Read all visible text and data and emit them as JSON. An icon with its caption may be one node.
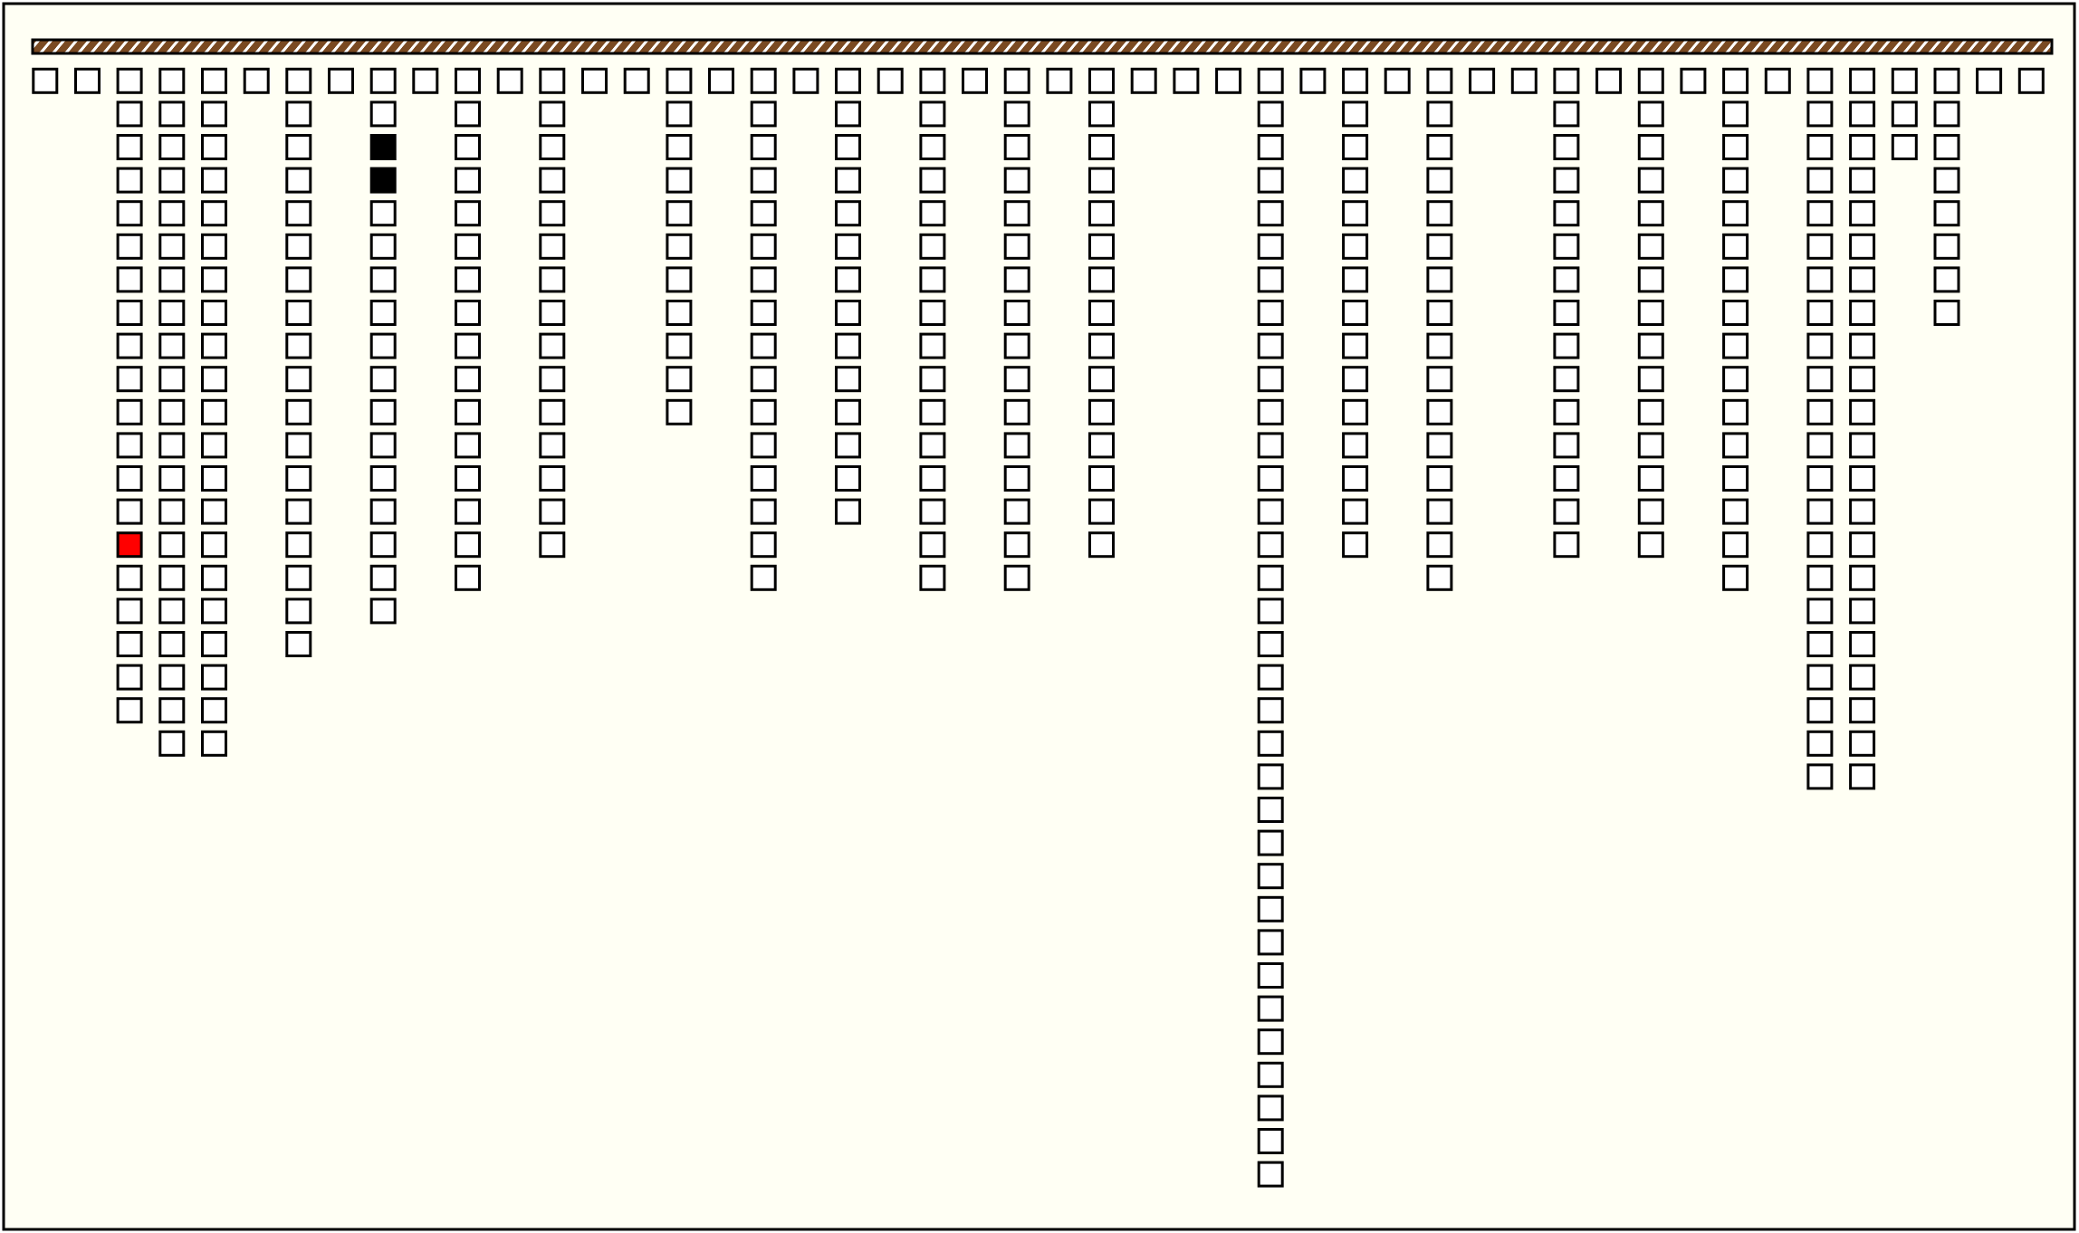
{
  "diagram": {
    "nodes": [
      {
        "text": [],
        "shape": "box"
      },
      {
        "text": [],
        "shape": "box"
      },
      {
        "text": [],
        "shape": "box"
      },
      {
        "text": [],
        "shape": "box"
      },
      {
        "text": [],
        "shape": "box"
      },
      {
        "text": [],
        "shape": "box"
      },
      {
        "text": [],
        "shape": "box"
      },
      {
        "text": [],
        "shape": "box"
      },
      {
        "text": [],
        "shape": "box"
      },
      {
        "text": [],
        "shape": "box"
      },
      {
        "text": [],
        "shape": "box"
      },
      {
        "text": [],
        "shape": "box"
      },
      {
        "text": [],
        "shape": "box"
      },
      {
        "text": [],
        "shape": "box"
      },
      {
        "text": [],
        "shape": "box"
      },
      {
        "text": [],
        "shape": "box"
      },
      {
        "text": [],
        "shape": "box"
      },
      {
        "text": [],
        "shape": "box"
      },
      {
        "text": [],
        "shape": "box"
      },
      {
        "text": [],
        "shape": "box"
      },
      {
        "text": [],
        "shape": "box"
      },
      {
        "text": [],
        "shape": "box"
      },
      {
        "text": [],
        "shape": "box"
      },
      {
        "text": [],
        "shape": "box"
      },
      {
        "text": [],
        "shape": "box"
      },
      {
        "text": [],
        "shape": "box"
      },
      {
        "text": [],
        "shape": "box"
      },
      {
        "text": [],
        "shape": "box"
      },
      {
        "text": [],
        "shape": "box"
      },
      {
        "text": [],
        "shape": "box"
      },
      {
        "text": [],
        "shape": "box"
      },
      {
        "text": [],
        "shape": "box"
      },
      {
        "text": [],
        "shape": "box"
      },
      {
        "text": [],
        "shape": "box"
      },
      {
        "text": [],
        "shape": "box"
      },
      {
        "text": [],
        "shape": "box"
      },
      {
        "text": [],
        "shape": "box"
      },
      {
        "text": [],
        "shape": "box"
      },
      {
        "text": [],
        "shape": "box"
      },
      {
        "text": [],
        "shape": "box"
      },
      {
        "text": [],
        "shape": "box"
      },
      {
        "text": [],
        "shape": "box"
      },
      {
        "text": [],
        "shape": "box"
      },
      {
        "text": [],
        "shape": "box"
      },
      {
        "text": [],
        "shape": "box"
      },
      {
        "text": [],
        "shape": "box"
      },
      {
        "text": [],
        "shape": "box"
      },
      {
        "text": [],
        "shape": "box"
      },
      {
        "text": [],
        "shape": "box"
      },
      {
        "text": [],
        "shape": "box"
      },
      {
        "text": [],
        "shape": "box"
      },
      {
        "text": [],
        "shape": "box"
      },
      {
        "text": [],
        "shape": "box"
      },
      {
        "text": [],
        "shape": "box"
      },
      {
        "text": [],
        "shape": "box"
      },
      {
        "text": [],
        "shape": "box"
      },
      {
        "text": [],
        "shape": "box"
      },
      {
        "text": [],
        "shape": "box"
      },
      {
        "text": [],
        "shape": "box"
      },
      {
        "text": [],
        "shape": "box"
      },
      {
        "text": [],
        "shape": "box"
      },
      {
        "text": [],
        "shape": "box"
      },
      {
        "text": [],
        "shape": "box"
      },
      {
        "text": [],
        "shape": "box"
      },
      {
        "text": [],
        "shape": "box"
      },
      {
        "text": [],
        "shape": "box"
      },
      {
        "text": [],
        "shape": "box"
      },
      {
        "text": [],
        "shape": "box"
      },
      {
        "text": [],
        "shape": "box"
      },
      {
        "text": [],
        "shape": "box"
      },
      {
        "text": [],
        "shape": "box"
      },
      {
        "text": [],
        "shape": "box"
      },
      {
        "text": [],
        "shape": "box"
      },
      {
        "text": [],
        "shape": "box"
      },
      {
        "text": [],
        "shape": "box"
      },
      {
        "text": [],
        "shape": "box"
      },
      {
        "text": [],
        "shape": "box"
      },
      {
        "text": [],
        "shape": "box"
      },
      {
        "text": [],
        "shape": "box"
      },
      {
        "text": [],
        "shape": "box"
      },
      {
        "text": [],
        "shape": "box"
      },
      {
        "text": [],
        "shape": "box"
      },
      {
        "text": [],
        "shape": "box"
      },
      {
        "text": [],
        "shape": "box"
      },
      {
        "text": [],
        "shape": "box"
      },
      {
        "text": [],
        "shape": "box"
      },
      {
        "text": [],
        "shape": "box"
      },
      {
        "text": [],
        "shape": "box"
      },
      {
        "text": [],
        "shape": "box"
      },
      {
        "text": [],
        "shape": "box"
      },
      {
        "text": [],
        "shape": "box"
      },
      {
        "text": [],
        "shape": "box"
      },
      {
        "text": [],
        "shape": "box"
      },
      {
        "text": [],
        "shape": "box"
      },
      {
        "text": [],
        "shape": "box"
      },
      {
        "text": [],
        "shape": "box"
      },
      {
        "text": [],
        "shape": "box"
      },
      {
        "text": [],
        "shape": "box"
      },
      {
        "text": [],
        "shape": "box"
      },
      {
        "text": [],
        "shape": "box"
      },
      {
        "text": [],
        "shape": "box"
      },
      {
        "text": [],
        "shape": "box"
      },
      {
        "text": [],
        "shape": "box"
      },
      {
        "text": [],
        "shape": "box"
      },
      {
        "text": [],
        "shape": "box"
      },
      {
        "text": [],
        "shape": "box"
      },
      {
        "text": [],
        "shape": "box"
      },
      {
        "text": [],
        "shape": "box"
      },
      {
        "text": [],
        "shape": "box"
      },
      {
        "text": [],
        "shape": "box"
      },
      {
        "text": [],
        "shape": "box"
      },
      {
        "text": [],
        "shape": "box"
      },
      {
        "text": [],
        "shape": "box"
      },
      {
        "text": [],
        "shape": "box"
      },
      {
        "text": [],
        "shape": "box"
      },
      {
        "text": [],
        "shape": "box"
      },
      {
        "text": [],
        "shape": "box"
      },
      {
        "text": [],
        "shape": "box"
      },
      {
        "text": [],
        "shape": "box"
      },
      {
        "text": [],
        "shape": "box"
      },
      {
        "text": [],
        "shape": "box"
      },
      {
        "text": [],
        "shape": "box"
      },
      {
        "text": [],
        "shape": "box"
      },
      {
        "text": [],
        "shape": "box"
      },
      {
        "text": [],
        "shape": "box"
      },
      {
        "text": [],
        "shape": "box"
      },
      {
        "text": [],
        "shape": "box"
      },
      {
        "text": [],
        "shape": "box"
      },
      {
        "text": [],
        "shape": "box"
      },
      {
        "text": [],
        "shape": "box"
      },
      {
        "text": [],
        "shape": "box"
      },
      {
        "text": [],
        "shape": "box"
      },
      {
        "text": [],
        "shape": "box"
      },
      {
        "text": [],
        "shape": "box"
      },
      {
        "text": [],
        "shape": "box"
      },
      {
        "text": [],
        "shape": "box"
      },
      {
        "text": [],
        "shape": "box"
      },
      {
        "text": [],
        "shape": "box"
      },
      {
        "text": [],
        "shape": "box"
      },
      {
        "text": [],
        "shape": "box"
      },
      {
        "text": [],
        "shape": "box"
      },
      {
        "text": [],
        "shape": "box"
      },
      {
        "text": [],
        "shape": "box"
      },
      {
        "text": [],
        "shape": "box"
      },
      {
        "text": [],
        "shape": "box"
      },
      {
        "text": [],
        "shape": "box"
      },
      {
        "text": [],
        "shape": "box"
      },
      {
        "text": [],
        "shape": "box"
      },
      {
        "text": [],
        "shape": "box"
      },
      {
        "text": [],
        "shape": "box"
      },
      {
        "text": [],
        "shape": "box"
      },
      {
        "text": [],
        "shape": "box"
      },
      {
        "text": [],
        "shape": "box"
      },
      {
        "text": [],
        "shape": "box"
      },
      {
        "text": [],
        "shape": "box"
      },
      {
        "text": [],
        "shape": "box"
      },
      {
        "text": [],
        "shape": "box"
      },
      {
        "text": [],
        "shape": "box"
      },
      {
        "text": [],
        "shape": "box"
      },
      {
        "text": [],
        "shape": "box"
      },
      {
        "text": [],
        "shape": "box"
      },
      {
        "text": [],
        "shape": "box"
      },
      {
        "text": [],
        "shape": "box"
      },
      {
        "text": [],
        "shape": "box"
      },
      {
        "text": [],
        "shape": "box"
      },
      {
        "text": [],
        "shape": "box"
      },
      {
        "text": [],
        "shape": "box"
      },
      {
        "text": [],
        "shape": "box"
      },
      {
        "text": [],
        "shape": "box"
      },
      {
        "text": [],
        "shape": "box"
      },
      {
        "text": [],
        "shape": "box"
      },
      {
        "text": [],
        "shape": "box"
      },
      {
        "text": [],
        "shape": "box"
      },
      {
        "text": [],
        "shape": "box"
      },
      {
        "text": [],
        "shape": "box"
      },
      {
        "text": [],
        "shape": "box"
      },
      {
        "text": [],
        "shape": "box"
      },
      {
        "text": [],
        "shape": "box"
      },
      {
        "text": [],
        "shape": "box"
      },
      {
        "text": [],
        "shape": "box"
      },
      {
        "text": [],
        "shape": "box"
      },
      {
        "text": [],
        "shape": "box"
      },
      {
        "text": [],
        "shape": "box"
      },
      {
        "text": [],
        "shape": "box"
      },
      {
        "text": [],
        "shape": "box"
      },
      {
        "text": [],
        "shape": "box"
      },
      {
        "text": [],
        "shape": "box"
      },
      {
        "text": [],
        "shape": "box"
      },
      {
        "text": [],
        "shape": "box"
      },
      {
        "text": [],
        "shape": "box"
      },
      {
        "text": [],
        "shape": "box"
      },
      {
        "text": [],
        "shape": "box"
      },
      {
        "text": [],
        "shape": "box"
      },
      {
        "text": [],
        "shape": "box"
      },
      {
        "text": [],
        "shape": "box"
      },
      {
        "text": [],
        "shape": "box"
      },
      {
        "text": [],
        "shape": "box"
      },
      {
        "text": [],
        "shape": "box"
      },
      {
        "text": [],
        "shape": "box"
      },
      {
        "text": [],
        "shape": "box"
      },
      {
        "text": [],
        "shape": "box"
      },
      {
        "text": [],
        "shape": "box"
      },
      {
        "text": [],
        "shape": "box"
      },
      {
        "text": [],
        "shape": "box"
      },
      {
        "text": [],
        "shape": "box"
      },
      {
        "text": [],
        "shape": "box"
      },
      {
        "text": [],
        "shape": "box"
      },
      {
        "text": [],
        "shape": "box"
      },
      {
        "text": [],
        "shape": "box"
      },
      {
        "text": [],
        "shape": "box"
      },
      {
        "text": [],
        "shape": "box"
      },
      {
        "text": [],
        "shape": "box"
      },
      {
        "text": [],
        "shape": "box"
      },
      {
        "text": [],
        "shape": "box"
      },
      {
        "text": [],
        "shape": "box"
      },
      {
        "text": [],
        "shape": "box"
      },
      {
        "text": [],
        "shape": "box"
      },
      {
        "text": [],
        "shape": "box"
      },
      {
        "text": [],
        "shape": "box"
      },
      {
        "text": [],
        "shape": "box"
      },
      {
        "text": [],
        "shape": "box"
      },
      {
        "text": [],
        "shape": "box"
      },
      {
        "text": [],
        "shape": "box"
      },
      {
        "text": [],
        "shape": "box"
      },
      {
        "text": [],
        "shape": "box"
      },
      {
        "text": [],
        "shape": "box"
      },
      {
        "text": [],
        "shape": "box"
      },
      {
        "text": [],
        "shape": "box"
      },
      {
        "text": [],
        "shape": "box"
      },
      {
        "text": [],
        "shape": "box"
      },
      {
        "text": [],
        "shape": "box"
      },
      {
        "text": [],
        "shape": "box"
      },
      {
        "text": [],
        "shape": "box"
      },
      {
        "text": [],
        "shape": "box"
      },
      {
        "text": [],
        "shape": "box"
      },
      {
        "text": [],
        "shape": "box"
      },
      {
        "text": [],
        "shape": "box"
      },
      {
        "text": [],
        "shape": "box"
      },
      {
        "text": [],
        "shape": "box"
      },
      {
        "text": [],
        "shape": "box"
      },
      {
        "text": [],
        "shape": "box"
      },
      {
        "text": [],
        "shape": "box"
      },
      {
        "text": [],
        "shape": "box"
      },
      {
        "text": [],
        "shape": "box"
      },
      {
        "text": [],
        "shape": "box"
      },
      {
        "text": [],
        "shape": "box"
      },
      {
        "text": [],
        "shape": "box"
      },
      {
        "text": [],
        "shape": "box"
      },
      {
        "text": [],
        "shape": "box"
      },
      {
        "text": [],
        "shape": "box"
      },
      {
        "text": [],
        "shape": "box"
      },
      {
        "text": [],
        "shape": "box"
      },
      {
        "text": [],
        "shape": "box"
      },
      {
        "text": [],
        "shape": "box"
      },
      {
        "text": [],
        "shape": "box"
      },
      {
        "text": [],
        "shape": "box"
      },
      {
        "text": [],
        "shape": "box"
      },
      {
        "text": [],
        "shape": "box"
      },
      {
        "text": [],
        "shape": "box"
      },
      {
        "text": [],
        "shape": "box"
      },
      {
        "text": [],
        "shape": "box"
      },
      {
        "text": [],
        "shape": "box"
      },
      {
        "text": [],
        "shape": "box"
      },
      {
        "text": [],
        "shape": "box"
      },
      {
        "text": [],
        "shape": "box"
      },
      {
        "text": [],
        "shape": "box"
      },
      {
        "text": [],
        "shape": "box"
      },
      {
        "text": [],
        "shape": "box"
      },
      {
        "text": [],
        "shape": "box"
      },
      {
        "text": [],
        "shape": "box"
      },
      {
        "text": [],
        "shape": "box"
      },
      {
        "text": [],
        "shape": "box"
      },
      {
        "text": [],
        "shape": "box"
      },
      {
        "text": [],
        "shape": "box"
      },
      {
        "text": [],
        "shape": "box"
      },
      {
        "text": [],
        "shape": "box"
      },
      {
        "text": [],
        "shape": "box"
      },
      {
        "text": [],
        "shape": "box"
      },
      {
        "text": [],
        "shape": "box"
      },
      {
        "text": [],
        "shape": "box"
      },
      {
        "text": [],
        "shape": "box"
      },
      {
        "text": [],
        "shape": "box"
      },
      {
        "text": [],
        "shape": "box"
      },
      {
        "text": [],
        "shape": "box"
      },
      {
        "text": [],
        "shape": "box"
      },
      {
        "text": [],
        "shape": "box"
      },
      {
        "text": [],
        "shape": "box"
      },
      {
        "text": [],
        "shape": "box"
      },
      {
        "text": [],
        "shape": "box"
      },
      {
        "text": [],
        "shape": "box"
      },
      {
        "text": [],
        "shape": "box"
      },
      {
        "text": [],
        "shape": "box"
      },
      {
        "text": [],
        "shape": "box"
      },
      {
        "text": [],
        "shape": "box"
      },
      {
        "text": [],
        "shape": "box"
      },
      {
        "text": [],
        "shape": "box"
      },
      {
        "text": [],
        "shape": "box"
      },
      {
        "text": [],
        "shape": "box"
      },
      {
        "text": [],
        "shape": "box"
      },
      {
        "text": [],
        "shape": "box"
      },
      {
        "text": [],
        "shape": "box"
      },
      {
        "text": [],
        "shape": "box"
      },
      {
        "text": [],
        "shape": "box"
      },
      {
        "text": [],
        "shape": "box"
      },
      {
        "text": [],
        "shape": "box"
      },
      {
        "text": [],
        "shape": "box"
      },
      {
        "text": [],
        "shape": "box"
      },
      {
        "text": [],
        "shape": "box"
      },
      {
        "text": [],
        "shape": "box"
      },
      {
        "text": [],
        "shape": "box"
      },
      {
        "text": [],
        "shape": "box"
      },
      {
        "text": [],
        "shape": "box"
      },
      {
        "text": [],
        "shape": "box"
      },
      {
        "text": [],
        "shape": "box"
      },
      {
        "text": [],
        "shape": "box"
      },
      {
        "text": [],
        "shape": "box"
      },
      {
        "text": [],
        "shape": "box"
      },
      {
        "text": [],
        "shape": "box"
      },
      {
        "text": [],
        "shape": "box"
      },
      {
        "text": [],
        "shape": "box"
      },
      {
        "text": [],
        "shape": "box"
      },
      {
        "text": [],
        "shape": "box"
      },
      {
        "text": [],
        "shape": "box"
      },
      {
        "text": [],
        "shape": "box"
      },
      {
        "text": [],
        "shape": "box"
      },
      {
        "text": [],
        "shape": "box"
      },
      {
        "text": [],
        "shape": "box"
      },
      {
        "text": [],
        "shape": "box"
      },
      {
        "text": [],
        "shape": "box"
      },
      {
        "text": [],
        "shape": "box"
      },
      {
        "text": [],
        "shape": "box"
      },
      {
        "text": [],
        "shape": "box"
      },
      {
        "text": [],
        "shape": "box"
      },
      {
        "text": [],
        "shape": "box"
      },
      {
        "text": [],
        "shape": "box"
      },
      {
        "text": [],
        "shape": "box"
      },
      {
        "text": [],
        "shape": "box"
      },
      {
        "text": [],
        "shape": "box"
      },
      {
        "text": [],
        "shape": "box"
      },
      {
        "text": [],
        "shape": "box"
      },
      {
        "text": [],
        "shape": "box"
      },
      {
        "text": [],
        "shape": "box"
      },
      {
        "text": [],
        "shape": "box"
      },
      {
        "text": [],
        "shape": "box"
      },
      {
        "text": [],
        "shape": "box"
      },
      {
        "text": [],
        "shape": "box"
      },
      {
        "text": [],
        "shape": "box"
      },
      {
        "text": [],
        "shape": "box"
      },
      {
        "text": [],
        "shape": "box"
      },
      {
        "text": [],
        "shape": "box"
      },
      {
        "text": [],
        "shape": "box"
      },
      {
        "text": [],
        "shape": "box"
      },
      {
        "text": [],
        "shape": "box"
      },
      {
        "text": [],
        "shape": "box"
      },
      {
        "text": [],
        "shape": "box"
      },
      {
        "text": [],
        "shape": "box"
      },
      {
        "text": [],
        "shape": "box"
      },
      {
        "text": [],
        "shape": "box"
      },
      {
        "text": [],
        "shape": "box"
      },
      {
        "text": [],
        "shape": "box"
      },
      {
        "text": [],
        "shape": "box"
      },
      {
        "text": [],
        "shape": "box"
      },
      {
        "text": [],
        "shape": "box"
      },
      {
        "text": [],
        "shape": "box"
      },
      {
        "text": [],
        "shape": "box"
      },
      {
        "text": [],
        "shape": "box"
      },
      {
        "text": [],
        "shape": "box"
      },
      {
        "text": [],
        "shape": "box"
      },
      {
        "text": [],
        "shape": "box"
      },
      {
        "text": [],
        "shape": "box"
      },
      {
        "text": [],
        "shape": "box"
      },
      {
        "text": [],
        "shape": "box"
      },
      {
        "text": [],
        "shape": "box"
      },
      {
        "text": [],
        "shape": "box"
      },
      {
        "text": [],
        "shape": "box"
      },
      {
        "text": [],
        "shape": "box"
      },
      {
        "text": [],
        "shape": "box"
      },
      {
        "text": [],
        "shape": "box"
      },
      {
        "text": [],
        "shape": "box"
      },
      {
        "text": [],
        "shape": "box"
      },
      {
        "text": [],
        "shape": "box"
      },
      {
        "text": [],
        "shape": "box"
      },
      {
        "text": [],
        "shape": "box"
      },
      {
        "text": [],
        "shape": "box"
      },
      {
        "text": [],
        "shape": "box"
      },
      {
        "text": [],
        "shape": "box"
      },
      {
        "text": [],
        "shape": "box"
      },
      {
        "text": [],
        "shape": "box"
      },
      {
        "text": [],
        "shape": "box"
      },
      {
        "text": [],
        "shape": "box"
      },
      {
        "text": [],
        "shape": "box"
      },
      {
        "text": [],
        "shape": "box"
      },
      {
        "text": [],
        "shape": "box"
      },
      {
        "text": [],
        "shape": "box"
      },
      {
        "text": [],
        "shape": "box"
      },
      {
        "text": [],
        "shape": "box"
      },
      {
        "text": [],
        "shape": "box"
      },
      {
        "text": [],
        "shape": "box"
      },
      {
        "text": [],
        "shape": "box"
      },
      {
        "text": [],
        "shape": "box"
      },
      {
        "text": [],
        "shape": "box"
      },
      {
        "text": [],
        "shape": "box"
      },
      {
        "text": [],
        "shape": "box"
      },
      {
        "text": [],
        "shape": "box"
      },
      {
        "text": [],
        "shape": "box"
      },
      {
        "text": [],
        "shape": "box"
      },
      {
        "text": [],
        "shape": "box"
      }
    ]
  }
}
